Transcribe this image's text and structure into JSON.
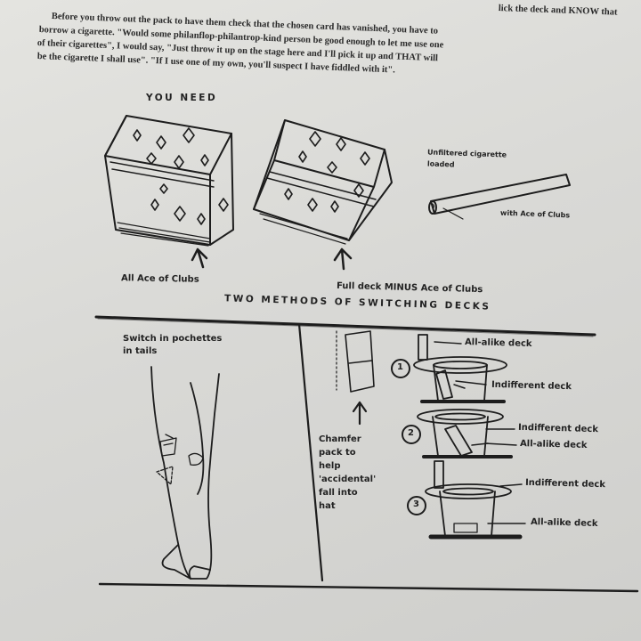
{
  "intro": {
    "line0": "lick the deck and KNOW that",
    "line1": "Before you throw out the pack to have them check that the chosen card has vanished, you have to",
    "line2": "borrow a cigarette. \"Would some philanflop-philantrop-kind person be good enough to let me use one",
    "line3": "of their cigarettes\", I would say, \"Just throw it up on the stage here and I'll pick it up and THAT will",
    "line4": "be the cigarette I shall use\". \"If I use one of my own, you'll suspect I have fiddled with it\"."
  },
  "you_need": {
    "heading": "YOU NEED",
    "deck1_caption": "All Ace of Clubs",
    "deck2_caption": "Full deck MINUS Ace of Clubs",
    "cigarette_caption_line1": "Unfiltered cigarette",
    "cigarette_caption_line2": "loaded",
    "cigarette_caption_line3": "with Ace of Clubs"
  },
  "methods": {
    "heading": "TWO METHODS OF SWITCHING DECKS",
    "left_caption_line1": "Switch in pochettes",
    "left_caption_line2": "in tails",
    "chamfer_lines": [
      "Chamfer",
      "pack to",
      "help",
      "'accidental'",
      "fall into",
      "hat"
    ],
    "step1_number": "1",
    "step2_number": "2",
    "step3_number": "3",
    "step1_top": "All-alike deck",
    "step1_bottom": "Indifferent deck",
    "step2_top": "Indifferent deck",
    "step2_bottom": "All-alike deck",
    "step3_top": "Indifferent deck",
    "step3_bottom": "All-alike deck"
  }
}
